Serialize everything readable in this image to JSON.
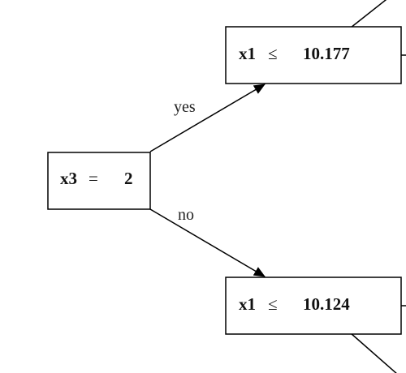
{
  "nodes": {
    "root": {
      "feature": "x3",
      "op": "=",
      "value": "2"
    },
    "yes_child": {
      "feature": "x1",
      "op": "≤",
      "value": "10.177"
    },
    "no_child": {
      "feature": "x1",
      "op": "≤",
      "value": "10.124"
    }
  },
  "edges": {
    "yes_label": "yes",
    "no_label": "no"
  },
  "colors": {
    "stroke": "#000000",
    "background": "#ffffff"
  }
}
